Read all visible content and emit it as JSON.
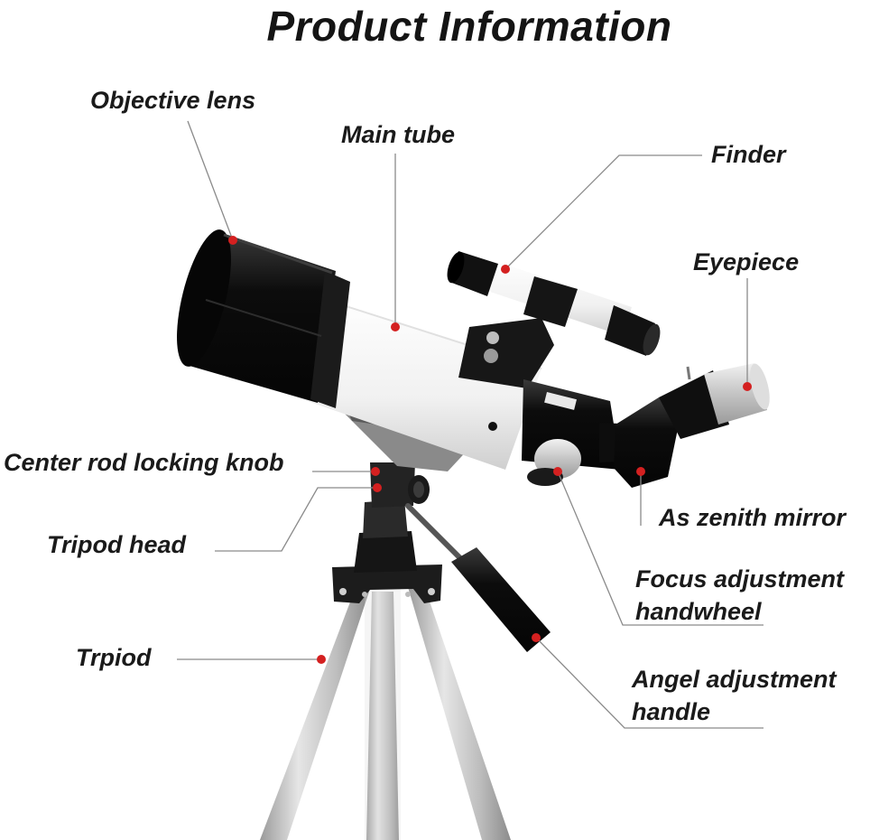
{
  "diagram": {
    "title": "Product Information",
    "labels": {
      "objective_lens": "Objective lens",
      "main_tube": "Main tube",
      "finder": "Finder",
      "eyepiece": "Eyepiece",
      "center_rod_locking_knob": "Center rod locking knob",
      "tripod_head": "Tripod head",
      "as_zenith_mirror": "As zenith mirror",
      "focus_adjustment_handwheel_line1": "Focus adjustment",
      "focus_adjustment_handwheel_line2": "handwheel",
      "trpiod": "Trpiod",
      "angel_adjustment_handle_line1": "Angel adjustment",
      "angel_adjustment_handle_line2": "handle"
    },
    "colors": {
      "marker": "#d42020",
      "leader_line": "#8a8a8a",
      "text": "#1a1a1a",
      "tube_white": "#f4f4f4",
      "lens_black": "#0d0d0d",
      "tripod_silver": "#c8c8c8"
    }
  }
}
